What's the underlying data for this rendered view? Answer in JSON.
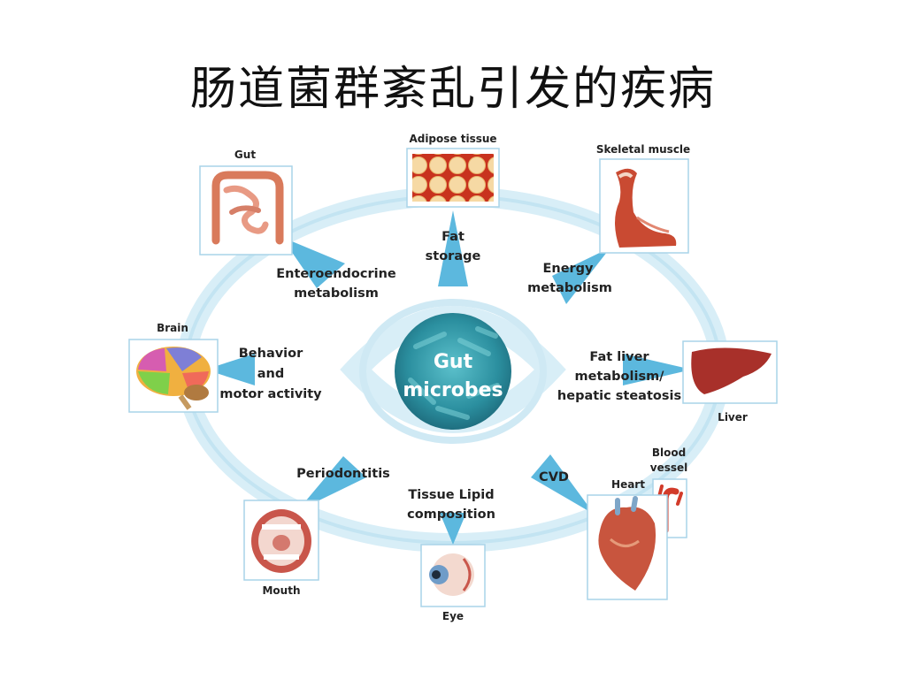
{
  "title": "肠道菌群紊乱引发的疾病",
  "center": {
    "line1": "Gut",
    "line2": "microbes"
  },
  "organs": {
    "gut": "Gut",
    "adipose": "Adipose tissue",
    "muscle": "Skeletal muscle",
    "brain": "Brain",
    "liver": "Liver",
    "blood_vessel_1": "Blood",
    "blood_vessel_2": "vessel",
    "heart": "Heart",
    "mouth": "Mouth",
    "eye": "Eye"
  },
  "processes": {
    "fat_storage_1": "Fat",
    "fat_storage_2": "storage",
    "enteroendocrine_1": "Enteroendocrine",
    "enteroendocrine_2": "metabolism",
    "energy_1": "Energy",
    "energy_2": "metabolism",
    "behavior_1": "Behavior",
    "behavior_2": "and",
    "behavior_3": "motor activity",
    "fatliver_1": "Fat liver",
    "fatliver_2": "metabolism/",
    "fatliver_3": "hepatic steatosis",
    "periodontitis": "Periodontitis",
    "tissue_1": "Tissue Lipid",
    "tissue_2": "composition",
    "cvd": "CVD"
  },
  "colors": {
    "ring": "#bfe3f1",
    "arrow": "#5cb8de",
    "box_border": "#a9d4e8",
    "center": "#2f97a7"
  }
}
